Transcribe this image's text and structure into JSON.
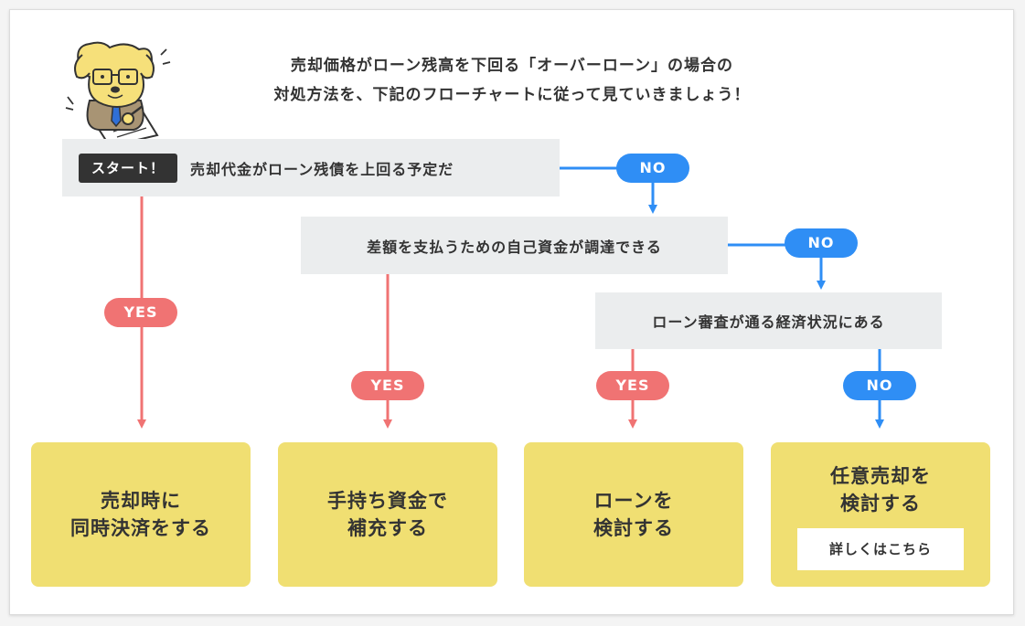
{
  "intro": {
    "line1": "売却価格がローン残高を下回る「オーバーローン」の場合の",
    "line2": "対処方法を、下記のフローチャートに従って見ていきましょう！"
  },
  "start_badge": "スタート！",
  "questions": {
    "q1": "売却代金がローン残債を上回る予定だ",
    "q2": "差額を支払うための自己資金が調達できる",
    "q3": "ローン審査が通る経済状況にある"
  },
  "labels": {
    "yes": "YES",
    "no": "NO"
  },
  "results": {
    "r1": {
      "line1": "売却時に",
      "line2": "同時決済をする"
    },
    "r2": {
      "line1": "手持ち資金で",
      "line2": "補充する"
    },
    "r3": {
      "line1": "ローンを",
      "line2": "検討する"
    },
    "r4": {
      "line1": "任意売却を",
      "line2": "検討する",
      "link": "詳しくはこちら"
    }
  },
  "colors": {
    "yes": "#f07373",
    "no": "#2f8ef5",
    "question_bg": "#ebedee",
    "result_bg": "#f0df72",
    "start_badge": "#333333"
  },
  "icons": {
    "mascot": "dog-writing-mascot-icon"
  }
}
